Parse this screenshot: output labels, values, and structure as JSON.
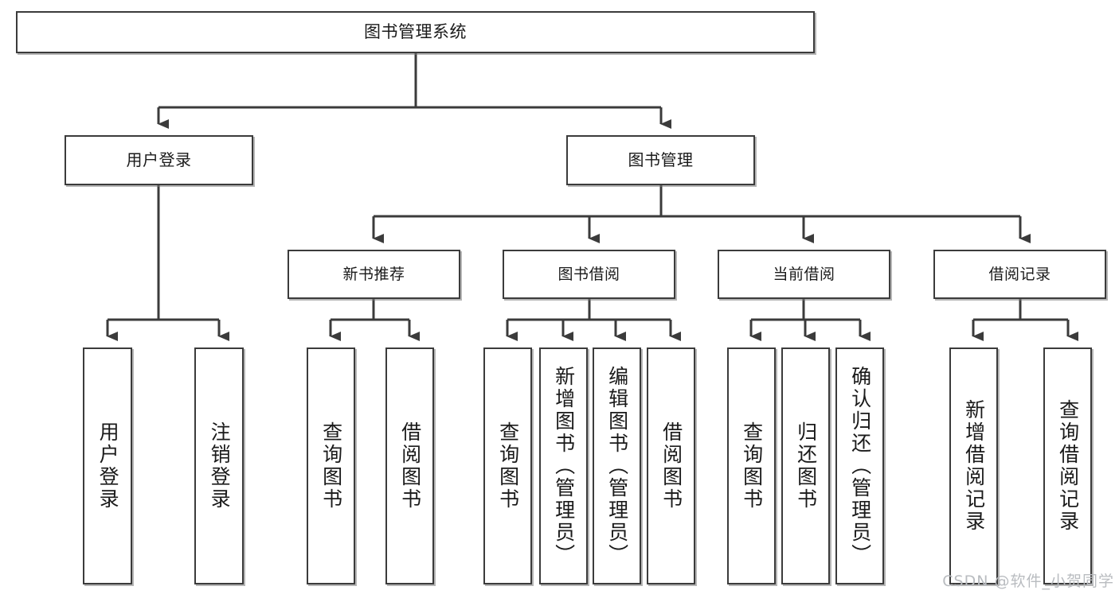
{
  "diagram": {
    "title": "图书管理系统",
    "type": "tree-hierarchy",
    "background": "#ffffff",
    "node_border_color": "#3b3b3b",
    "edge_color": "#3b3b3b"
  },
  "root": {
    "label": "图书管理系统"
  },
  "level2": [
    {
      "label": "用户登录"
    },
    {
      "label": "图书管理"
    }
  ],
  "level3": [
    {
      "label": "新书推荐"
    },
    {
      "label": "图书借阅"
    },
    {
      "label": "当前借阅"
    },
    {
      "label": "借阅记录"
    }
  ],
  "leaves": {
    "user_login": [
      {
        "label": "用户登录"
      },
      {
        "label": "注销登录"
      }
    ],
    "new_book": [
      {
        "label": "查询图书"
      },
      {
        "label": "借阅图书"
      }
    ],
    "book_borrow": [
      {
        "label": "查询图书"
      },
      {
        "label": "新增图书（管理员）"
      },
      {
        "label": "编辑图书（管理员）"
      },
      {
        "label": "借阅图书"
      }
    ],
    "current_borrow": [
      {
        "label": "查询图书"
      },
      {
        "label": "归还图书"
      },
      {
        "label": "确认归还（管理员）"
      }
    ],
    "borrow_record": [
      {
        "label": "新增借阅记录"
      },
      {
        "label": "查询借阅记录"
      }
    ]
  },
  "watermark": {
    "text": "CSDN @软件_小贺同学"
  }
}
